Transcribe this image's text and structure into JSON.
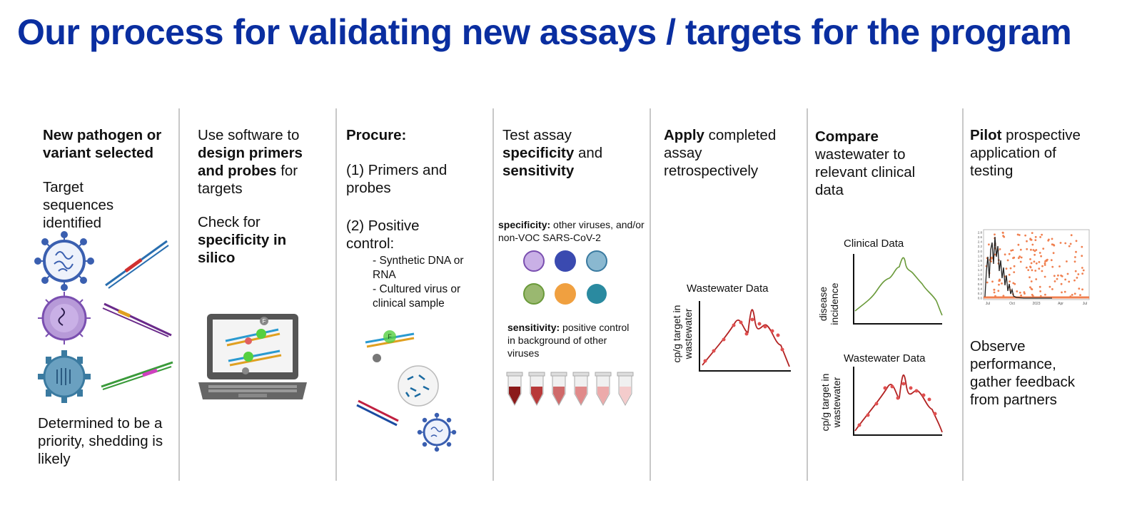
{
  "title": "Our process for validating new assays / targets for the program",
  "col1": {
    "heading": "New pathogen or variant selected",
    "sub": "Target sequences identified",
    "footer": "Determined to be a priority, shedding is likely"
  },
  "col2": {
    "p1_pre": "Use software to ",
    "p1_bold": "design primers and probes",
    "p1_post": " for targets",
    "p2_pre": "Check for ",
    "p2_bold": "specificity in silico",
    "probe_label": "F"
  },
  "col3": {
    "heading": "Procure:",
    "item1": "(1) Primers and probes",
    "item2": "(2) Positive control:",
    "sub1": "- Synthetic DNA or RNA",
    "sub2": "-  Cultured virus or clinical sample",
    "probe_label": "F"
  },
  "col4": {
    "pre": "Test assay ",
    "bold1": "specificity",
    "mid": " and ",
    "bold2": "sensitivity",
    "spec_bold": "specificity:",
    "spec_text": " other viruses, and/or non-VOC SARS-CoV-2",
    "sens_bold": "sensitivity:",
    "sens_text": " positive control in background of other viruses",
    "tube_colors": [
      "#8b1a1a",
      "#b83a3a",
      "#cf6a6a",
      "#e08a8a",
      "#ecaaaa",
      "#f4cccc"
    ]
  },
  "col5": {
    "bold": "Apply",
    "text": " completed assay retrospectively",
    "chart_title": "Wastewater Data",
    "ylabel": "cp/g target in wastewater"
  },
  "col6": {
    "bold": "Compare",
    "text": "wastewater to relevant clinical data",
    "chart1_title": "Clinical Data",
    "chart1_ylabel": "disease incidence",
    "chart2_title": "Wastewater Data",
    "chart2_ylabel": "cp/g target in wastewater"
  },
  "col7": {
    "bold": "Pilot",
    "text": " prospective application of testing",
    "footer": "Observe performance, gather feedback from partners",
    "mini_x_ticks": [
      "Jul",
      "Oct",
      "2023",
      "Apr",
      "Jul"
    ],
    "mini_y_ticks": [
      "2.8",
      "2.6",
      "2.4",
      "2.2",
      "2.0",
      "1.8",
      "1.6",
      "1.4",
      "1.2",
      "1.0",
      "0.8",
      "0.6",
      "0.4",
      "0.2",
      "0.0"
    ]
  },
  "colors": {
    "title": "#0a2ea0",
    "curve": "#b22222",
    "clinical": "#6a9a3a",
    "points": "#f08050"
  }
}
